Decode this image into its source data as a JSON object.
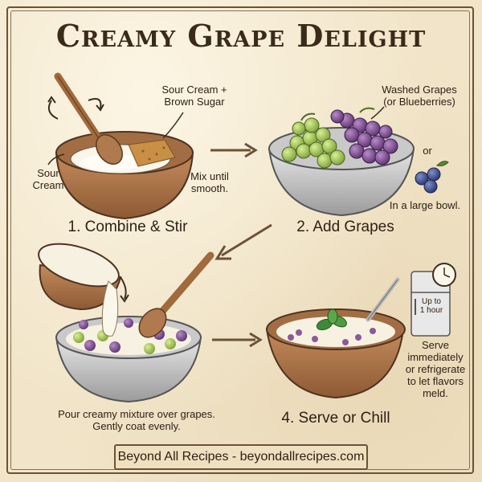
{
  "title": "Creamy Grape Delight",
  "step1": {
    "label": "1. Combine & Stir",
    "note_topping": "Sour Cream +\nBrown Sugar",
    "note_left": "Sour\nCream",
    "note_mix": "Mix until\nsmooth."
  },
  "step2": {
    "label": "2. Add Grapes",
    "note_grapes": "Washed Grapes\n(or Blueberries)",
    "note_or": "or",
    "note_bowl": "In a large bowl."
  },
  "step3": {
    "caption": "Pour creamy mixture over grapes.\nGently coat evenly."
  },
  "step4": {
    "label": "4. Serve or Chill",
    "fridge_label": "Up to\n1 hour",
    "note_serve": "Serve\nimmediately\nor refrigerate\nto let flavors\nmeld."
  },
  "footer": "Beyond All Recipes - beyondallrecipes.com",
  "colors": {
    "paper": "#f1e4c8",
    "ink": "#3b2c1e",
    "wood": "#b07a4e",
    "cream": "#fbf6ea",
    "green_grape": "#9cc24a",
    "purple_grape": "#7a4a8c",
    "blueberry": "#3c4f8a"
  }
}
